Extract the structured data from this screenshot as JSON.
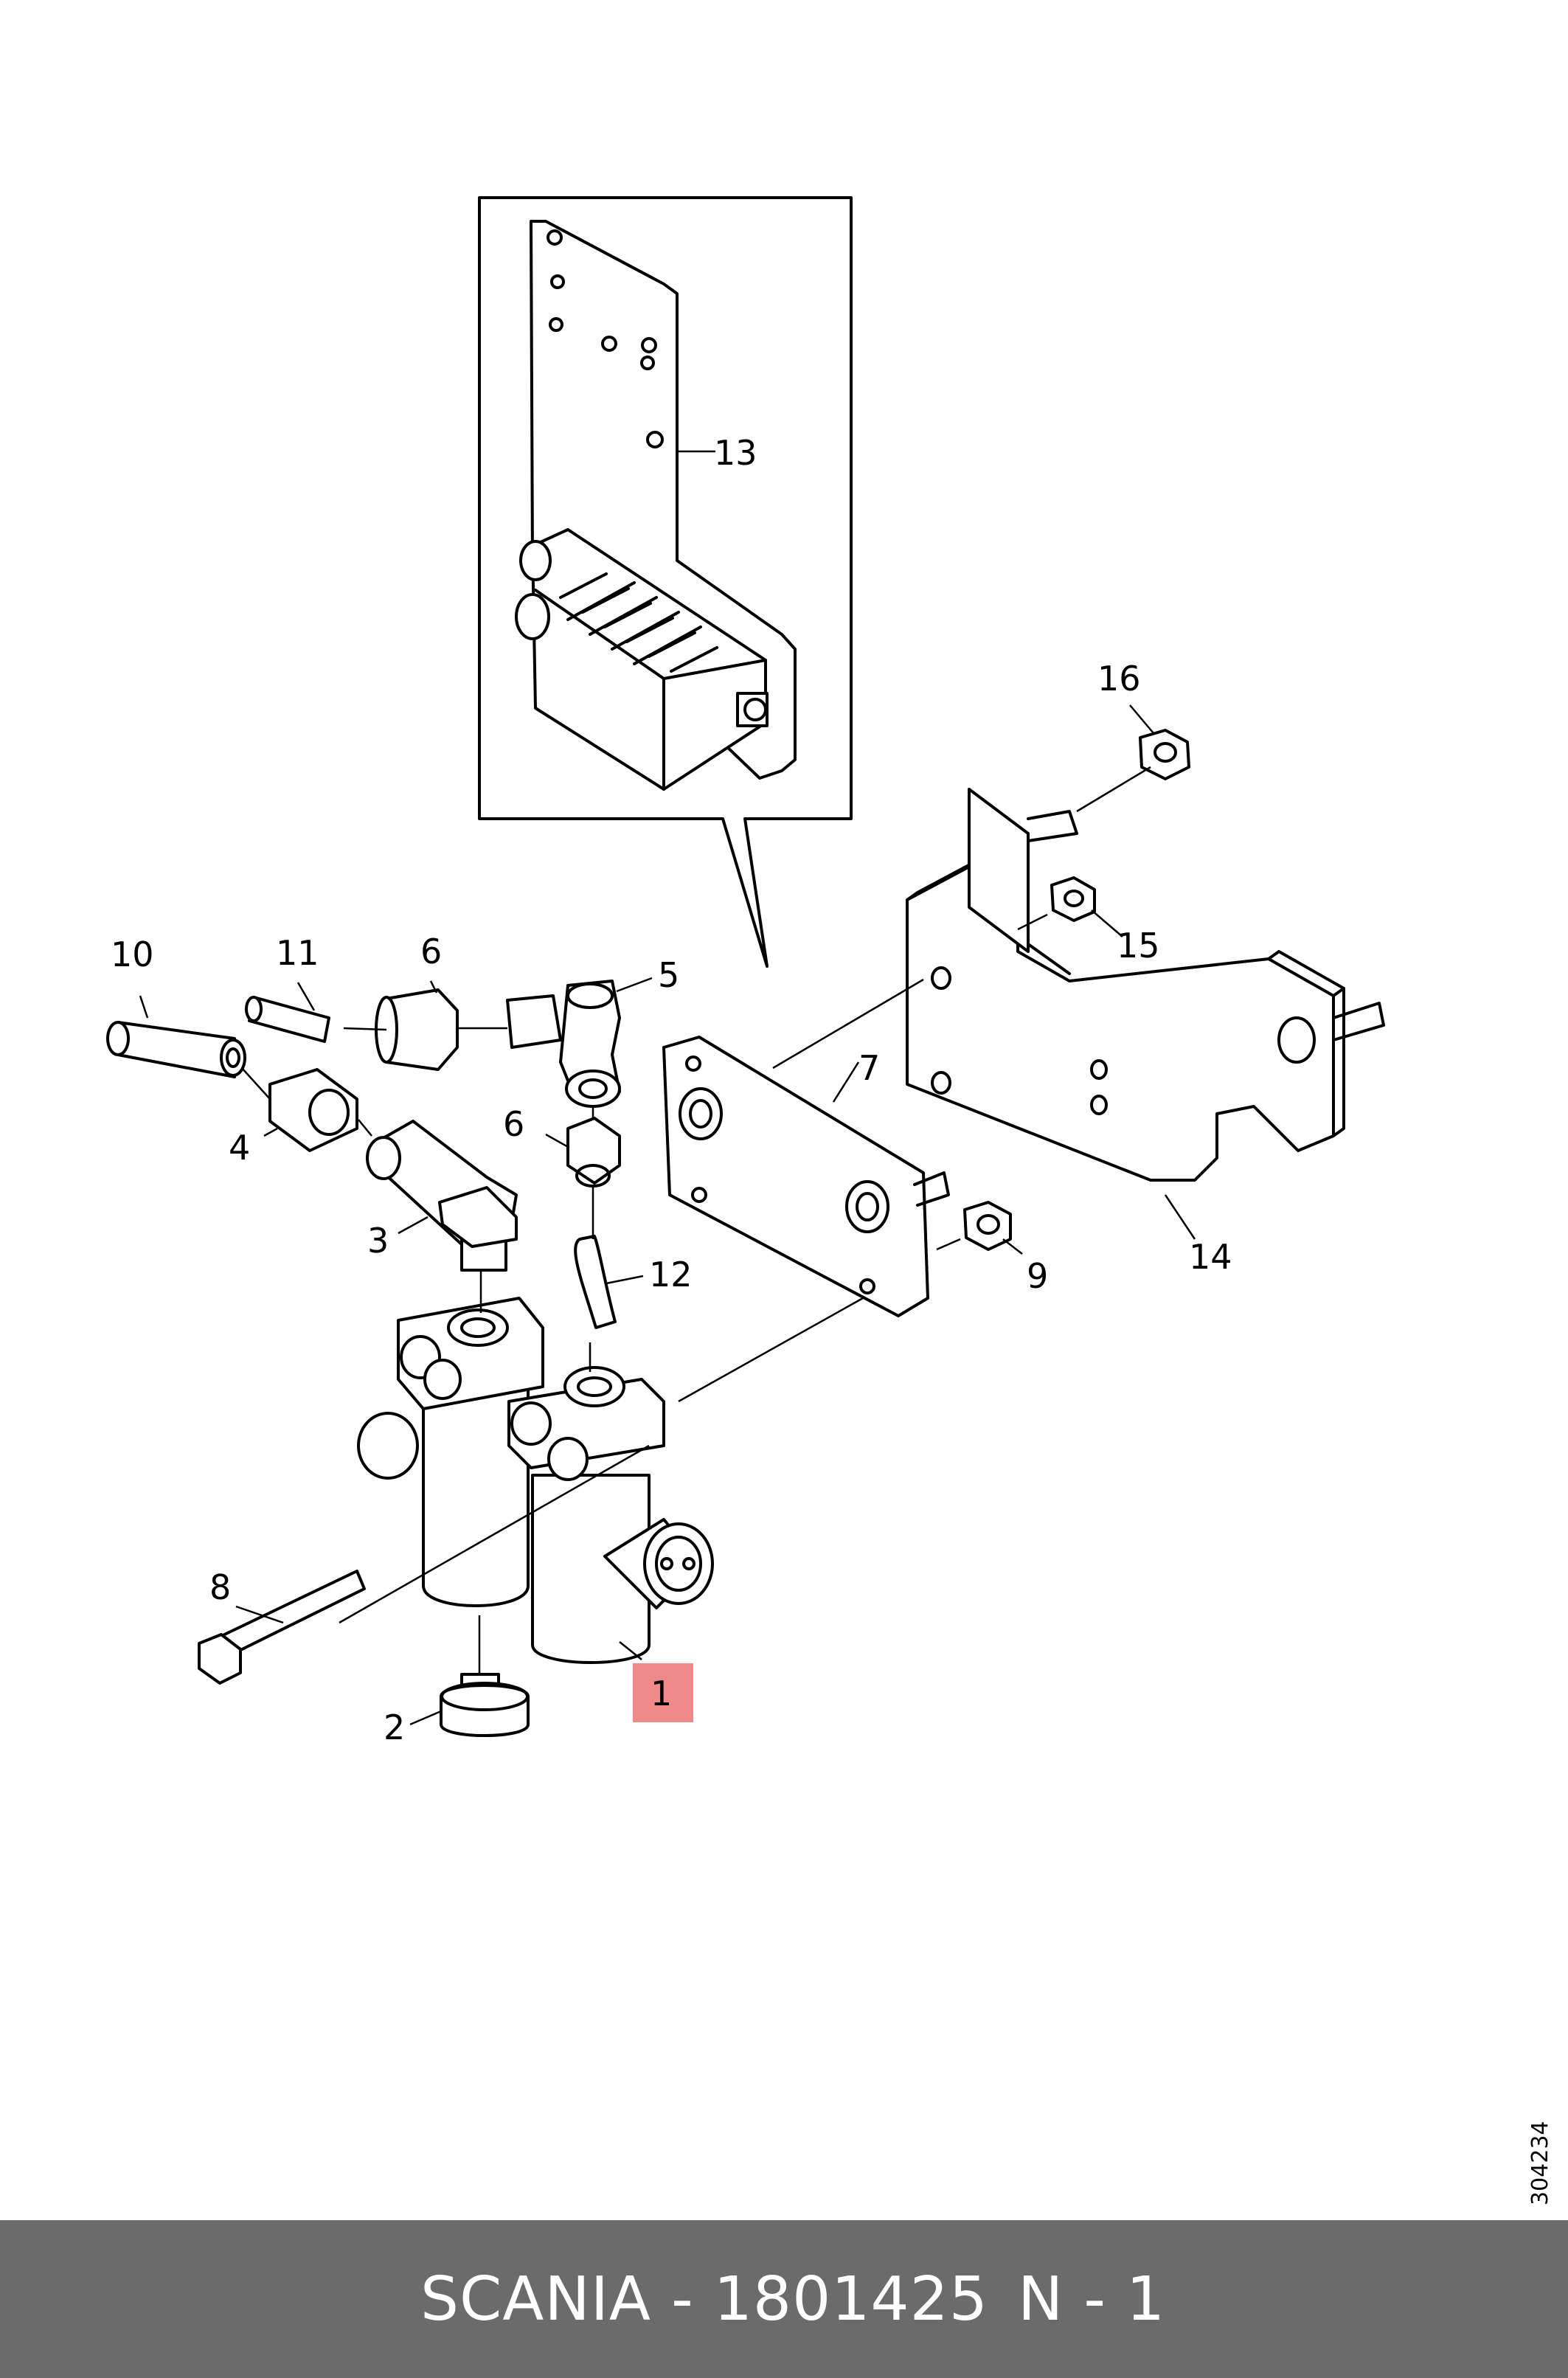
{
  "diagram": {
    "callouts": [
      {
        "id": "1",
        "label": "1",
        "highlighted": true
      },
      {
        "id": "2",
        "label": "2"
      },
      {
        "id": "3",
        "label": "3"
      },
      {
        "id": "4",
        "label": "4"
      },
      {
        "id": "5",
        "label": "5"
      },
      {
        "id": "6a",
        "label": "6"
      },
      {
        "id": "6b",
        "label": "6"
      },
      {
        "id": "7",
        "label": "7"
      },
      {
        "id": "8",
        "label": "8"
      },
      {
        "id": "9",
        "label": "9"
      },
      {
        "id": "10",
        "label": "10"
      },
      {
        "id": "11",
        "label": "11"
      },
      {
        "id": "12",
        "label": "12"
      },
      {
        "id": "13",
        "label": "13"
      },
      {
        "id": "14",
        "label": "14"
      },
      {
        "id": "15",
        "label": "15"
      },
      {
        "id": "16",
        "label": "16"
      }
    ],
    "drawing_number": "304234",
    "highlight_color": "#f08a8a"
  },
  "footer": {
    "brand_part": "SCANIA - 1801425",
    "quantity": "N - 1",
    "background": "#6b6b6b"
  }
}
